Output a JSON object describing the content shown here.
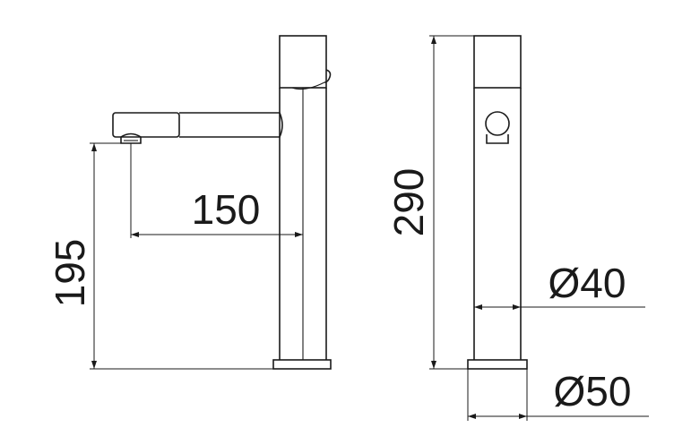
{
  "drawing": {
    "dimensions": {
      "spout_reach": "150",
      "spout_height": "195",
      "total_height": "290",
      "body_diameter": "Ø40",
      "base_diameter": "Ø50"
    },
    "line_color": "#1a1a1a",
    "background": "#ffffff"
  }
}
